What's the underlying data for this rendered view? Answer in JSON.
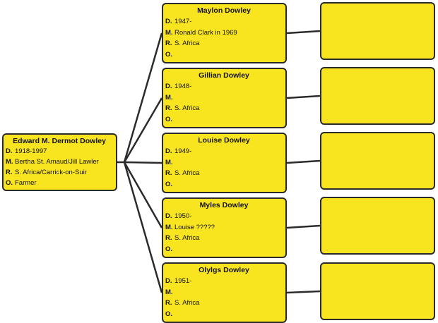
{
  "root": {
    "name": "Edward M. Dermot Dowley",
    "fields": [
      {
        "key": "D.",
        "value": "1918-1997"
      },
      {
        "key": "M.",
        "value": "Bertha St. Amaud/Jill Lawler"
      },
      {
        "key": "R.",
        "value": "S. Africa/Carrick-on-Suir"
      },
      {
        "key": "O.",
        "value": "Farmer"
      }
    ]
  },
  "children": [
    {
      "name": "Maylon Dowley",
      "fields": [
        {
          "key": "D.",
          "value": "1947-"
        },
        {
          "key": "M.",
          "value": "Ronald Clark in 1969"
        },
        {
          "key": "R.",
          "value": "S. Africa"
        },
        {
          "key": "O.",
          "value": ""
        }
      ]
    },
    {
      "name": "Gillian Dowley",
      "fields": [
        {
          "key": "D.",
          "value": "1948-"
        },
        {
          "key": "M.",
          "value": ""
        },
        {
          "key": "R.",
          "value": "S. Africa"
        },
        {
          "key": "O.",
          "value": ""
        }
      ]
    },
    {
      "name": "Louise Dowley",
      "fields": [
        {
          "key": "D.",
          "value": "1949-"
        },
        {
          "key": "M.",
          "value": ""
        },
        {
          "key": "R.",
          "value": "S. Africa"
        },
        {
          "key": "O.",
          "value": ""
        }
      ]
    },
    {
      "name": "Myles Dowley",
      "fields": [
        {
          "key": "D.",
          "value": "1950-"
        },
        {
          "key": "M.",
          "value": "Louise ?????"
        },
        {
          "key": "R.",
          "value": "S. Africa"
        },
        {
          "key": "O.",
          "value": ""
        }
      ]
    },
    {
      "name": "Olylgs Dowley",
      "fields": [
        {
          "key": "D.",
          "value": "1951-"
        },
        {
          "key": "M.",
          "value": ""
        },
        {
          "key": "R.",
          "value": "S. Africa"
        },
        {
          "key": "O.",
          "value": ""
        }
      ]
    }
  ],
  "colors": {
    "card_fill": "#f9e51f",
    "line": "#2b2b2b"
  }
}
